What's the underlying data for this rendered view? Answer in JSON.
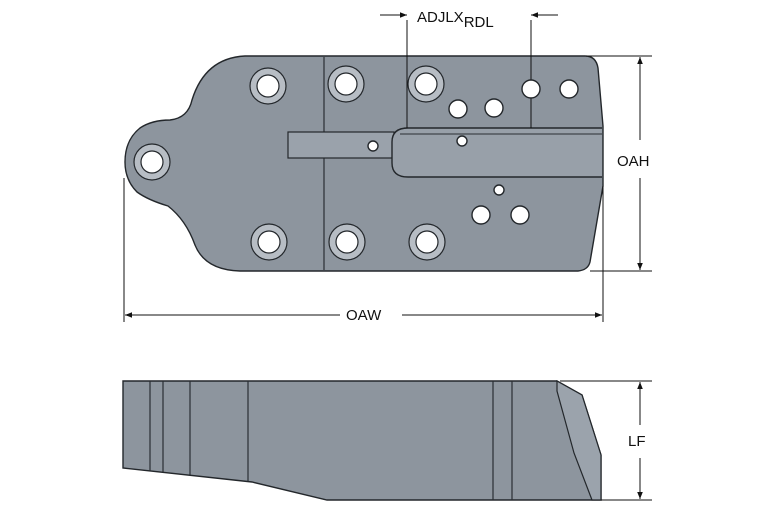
{
  "dimensions": {
    "adjlx_main": "ADJLX",
    "adjlx_sub": "RDL",
    "oah": "OAH",
    "oaw": "OAW",
    "lf": "LF"
  },
  "colors": {
    "body_fill": "#8d959e",
    "body_stroke": "#23272b",
    "hole_ring": "#b7bdc4",
    "hole_center": "#ffffff",
    "side_dark": "#757d86",
    "side_light": "#9aa2ab",
    "dim_line": "#111111"
  }
}
